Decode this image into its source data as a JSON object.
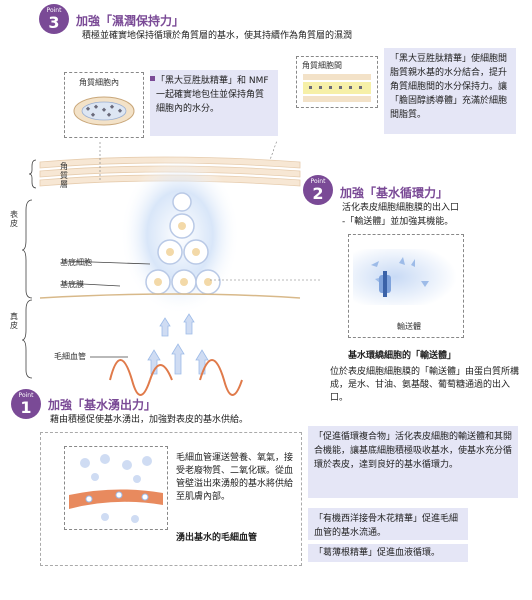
{
  "point3": {
    "word": "Point",
    "num": "3",
    "heading": "加強「濕潤保持力」",
    "desc": "積極並確實地保持循環於角質層的基水，使其持續作為角質層的濕潤"
  },
  "point2": {
    "word": "Point",
    "num": "2",
    "heading": "加強「基水循環力」",
    "desc1": "活化表皮細胞細胞膜的出入口",
    "desc2": "-「輸送體」並加強其機能。"
  },
  "point1": {
    "word": "Point",
    "num": "1",
    "heading": "加強「基水湧出力」",
    "desc": "藉由積極促使基水湧出，加強對表皮的基水供給。"
  },
  "callouts": {
    "kerato_nmf": "「黑大豆胜肽精華」和 NMF 一起確實地包住並保持角質細胞內的水分。",
    "kerato_lipid": "「黑大豆胜肽精華」使細胞間脂質親水基的水分結合，提升角質細胞間的水分保持力。讓「膽固醇誘導體」充滿於細胞間脂質。",
    "promote_complex": "「促進循環複合物」活化表皮細胞的輸送體和其開合機能，讓基底細胞積極吸收基水，使基水充分循環於表皮，達到良好的基水循環力。",
    "herb_extract": "「有機西洋接骨木花精華」促進毛細血管的基水流通。",
    "ginseng": "「葛薄根精華」促進血液循環。"
  },
  "labels": {
    "kerato_cell_inside": "角質細胞內",
    "kerato_intercell": "角質細胞間",
    "stratum_corneum": "角質層",
    "epidermis": "表皮",
    "basal_cell": "基底細胞",
    "basal_membrane": "基底膜",
    "dermis": "真皮",
    "capillary": "毛細血管",
    "transport_complex": "輸送體",
    "transport_title": "基水環繞細胞的「輸送體」",
    "transport_desc": "位於表皮細胞細胞膜的「輸送體」由蛋白質所構成，是水、甘油、氨基酸、葡萄糖通過的出入口。",
    "capillary_desc": "毛細血管運送營養、氧氣，接受老廢物質、二氧化碳。從血管壁溢出來湧般的基水將供給至肌膚內部。",
    "capillary_title": "湧出基水的毛細血管"
  },
  "colors": {
    "purple": "#7a4a96",
    "callout_bg": "#e5e6f6",
    "capillary": "#e07a4a",
    "water": "#9dbbe8"
  }
}
